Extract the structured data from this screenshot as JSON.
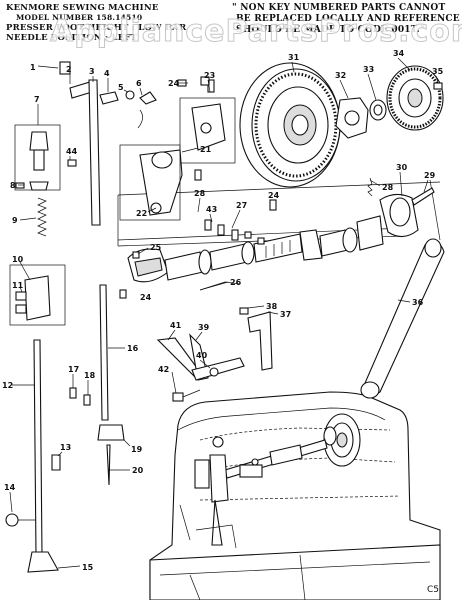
{
  "header": {
    "left_line1": "KENMORE SEWING MACHINE",
    "left_line2": "MODEL NUMBER 158.14510",
    "left_line3": "PRESSER FOOT HEIGHT : LOW BAR",
    "left_line4": "NEEDLE POSITION : LEFT",
    "right_line1": "\" NON KEY NUMBERED PARTS CANNOT",
    "right_line2": "BE REPLACED LOCALLY AND REFERENCE",
    "right_line3": "SHOULD BE MADE TO CODE 001T.\""
  },
  "watermark": "AppliancePartsPros.com",
  "page_code": "C5",
  "callouts": [
    "1",
    "2",
    "3",
    "4",
    "5",
    "6",
    "7",
    "8",
    "9",
    "10",
    "11",
    "12",
    "13",
    "14",
    "15",
    "16",
    "17",
    "18",
    "19",
    "20",
    "21",
    "22",
    "23",
    "24",
    "25",
    "26",
    "27",
    "28",
    "29",
    "30",
    "31",
    "32",
    "33",
    "34",
    "35",
    "36",
    "37",
    "38",
    "39",
    "40",
    "41",
    "42",
    "43",
    "44"
  ]
}
